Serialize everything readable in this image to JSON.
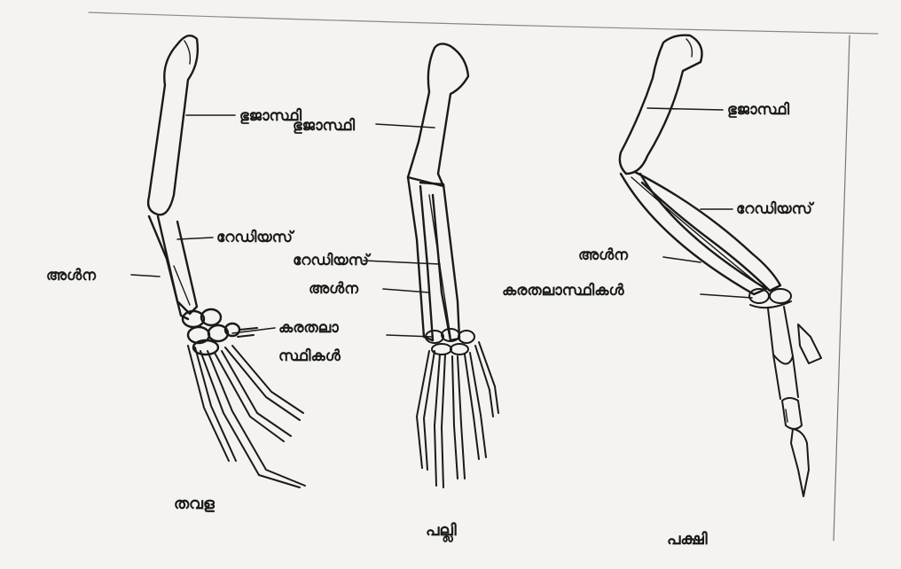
{
  "limbs": [
    {
      "id": "human",
      "caption": "തവള",
      "labels": {
        "humerus": "ഭുജാസ്ഥി",
        "radius": "റേഡിയസ്",
        "ulna": "അൾന",
        "carpals_line1": "കരതലാ",
        "carpals_line2": "സ്ഥികൾ"
      }
    },
    {
      "id": "lizard",
      "caption": "പല്ലി",
      "labels": {
        "humerus": "ഭുജാസ്ഥി",
        "radius": "റേഡിയസ്",
        "ulna": "അൾന"
      }
    },
    {
      "id": "bird",
      "caption": "പക്ഷി",
      "labels": {
        "humerus": "ഭുജാസ്ഥി",
        "radius": "റേഡിയസ്",
        "ulna": "അൾന",
        "carpals": "കരതലാസ്ഥികൾ"
      }
    }
  ],
  "colors": {
    "paper": "#f4f3f0",
    "ink": "#1a1a1a"
  }
}
